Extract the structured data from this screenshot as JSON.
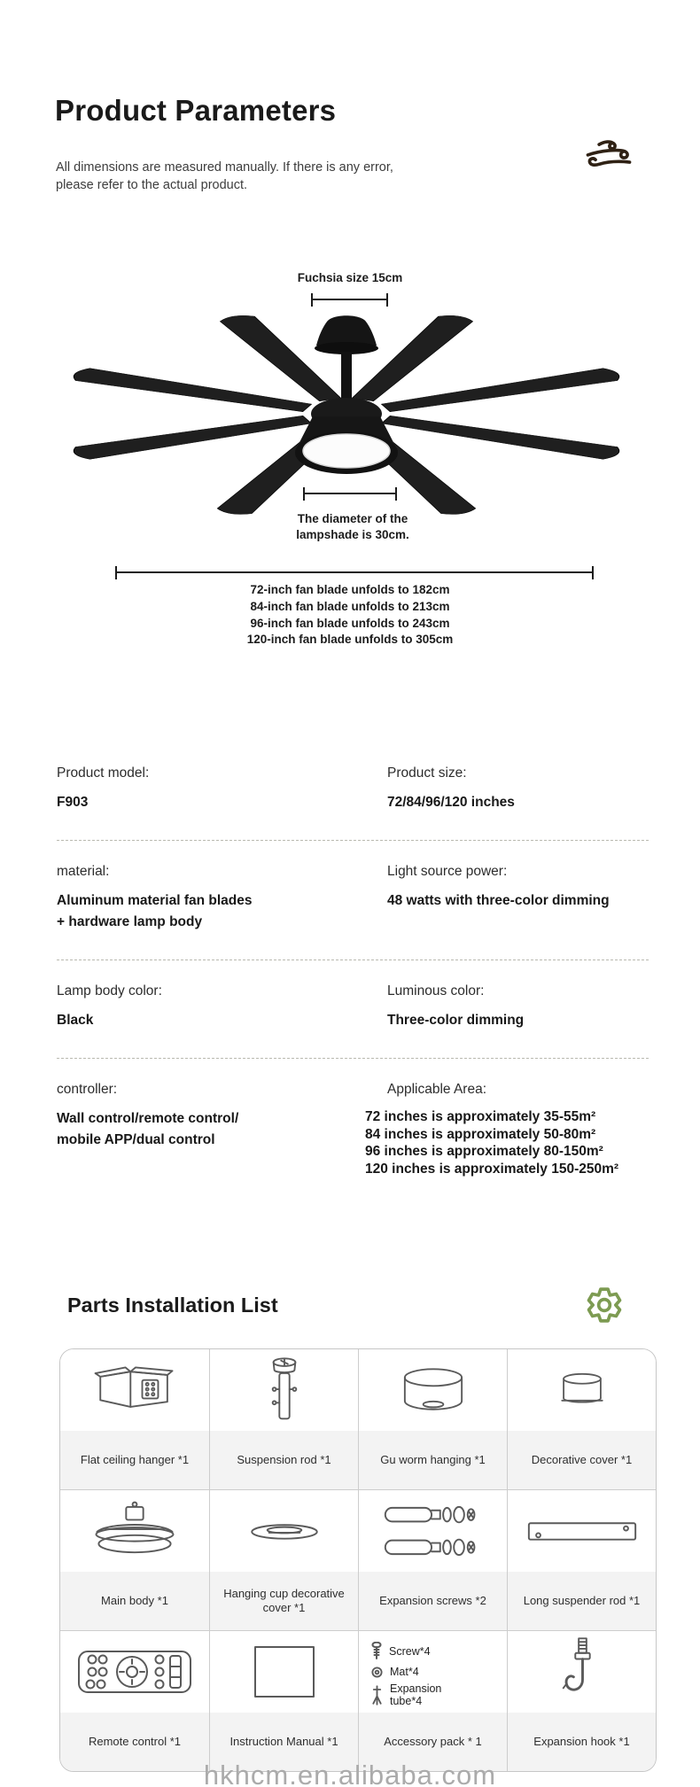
{
  "header": {
    "title": "Product Parameters",
    "subtitle": "All dimensions are measured manually. If there is any error,\nplease refer to the actual product."
  },
  "diagram": {
    "fuchsia_label": "Fuchsia size 15cm",
    "lampshade_label": "The diameter of the\nlampshade is 30cm.",
    "unfold_lines": [
      "72-inch fan blade unfolds to 182cm",
      "84-inch fan blade unfolds to 213cm",
      "96-inch fan blade unfolds to 243cm",
      "120-inch fan blade unfolds to 305cm"
    ]
  },
  "specs": {
    "rows": [
      {
        "left_label": "Product model:",
        "left_value": "F903",
        "right_label": "Product size:",
        "right_value": "72/84/96/120 inches"
      },
      {
        "left_label": "material:",
        "left_value": "Aluminum material fan blades\n + hardware lamp body",
        "right_label": "Light source power:",
        "right_value": "48 watts with three-color dimming"
      },
      {
        "left_label": "Lamp body color:",
        "left_value": "Black",
        "right_label": "Luminous color:",
        "right_value": "Three-color dimming"
      },
      {
        "left_label": "controller:",
        "left_value": "Wall control/remote control/\nmobile APP/dual control",
        "right_label": "Applicable Area:",
        "right_value": "72 inches is approximately 35-55m²\n84 inches is approximately 50-80m²\n96 inches is approximately 80-150m²\n120 inches is approximately 150-250m²"
      }
    ]
  },
  "parts": {
    "heading": "Parts Installation List",
    "items": [
      {
        "icon": "flat-ceiling-hanger-icon",
        "label": "Flat ceiling hanger *1"
      },
      {
        "icon": "suspension-rod-icon",
        "label": "Suspension rod *1"
      },
      {
        "icon": "gu-worm-hanging-icon",
        "label": "Gu worm hanging *1"
      },
      {
        "icon": "decorative-cover-icon",
        "label": "Decorative cover *1"
      },
      {
        "icon": "main-body-icon",
        "label": "Main body *1"
      },
      {
        "icon": "hanging-cup-decorative-cover-icon",
        "label": "Hanging cup decorative cover *1"
      },
      {
        "icon": "expansion-screws-icon",
        "label": "Expansion screws *2"
      },
      {
        "icon": "long-suspender-rod-icon",
        "label": "Long suspender rod *1"
      },
      {
        "icon": "remote-control-icon",
        "label": "Remote control *1"
      },
      {
        "icon": "instruction-manual-icon",
        "label": "Instruction Manual *1"
      },
      {
        "icon": "accessory-pack-icon",
        "label": "Accessory pack * 1",
        "contents": [
          "Screw*4",
          "Mat*4",
          "Expansion tube*4"
        ]
      },
      {
        "icon": "expansion-hook-icon",
        "label": "Expansion hook *1"
      }
    ]
  },
  "colors": {
    "gear_icon": "#7d9b52",
    "wind_icon": "#2f2114",
    "watermark": "#ababab"
  },
  "watermark": "hkhcm.en.alibaba.com"
}
